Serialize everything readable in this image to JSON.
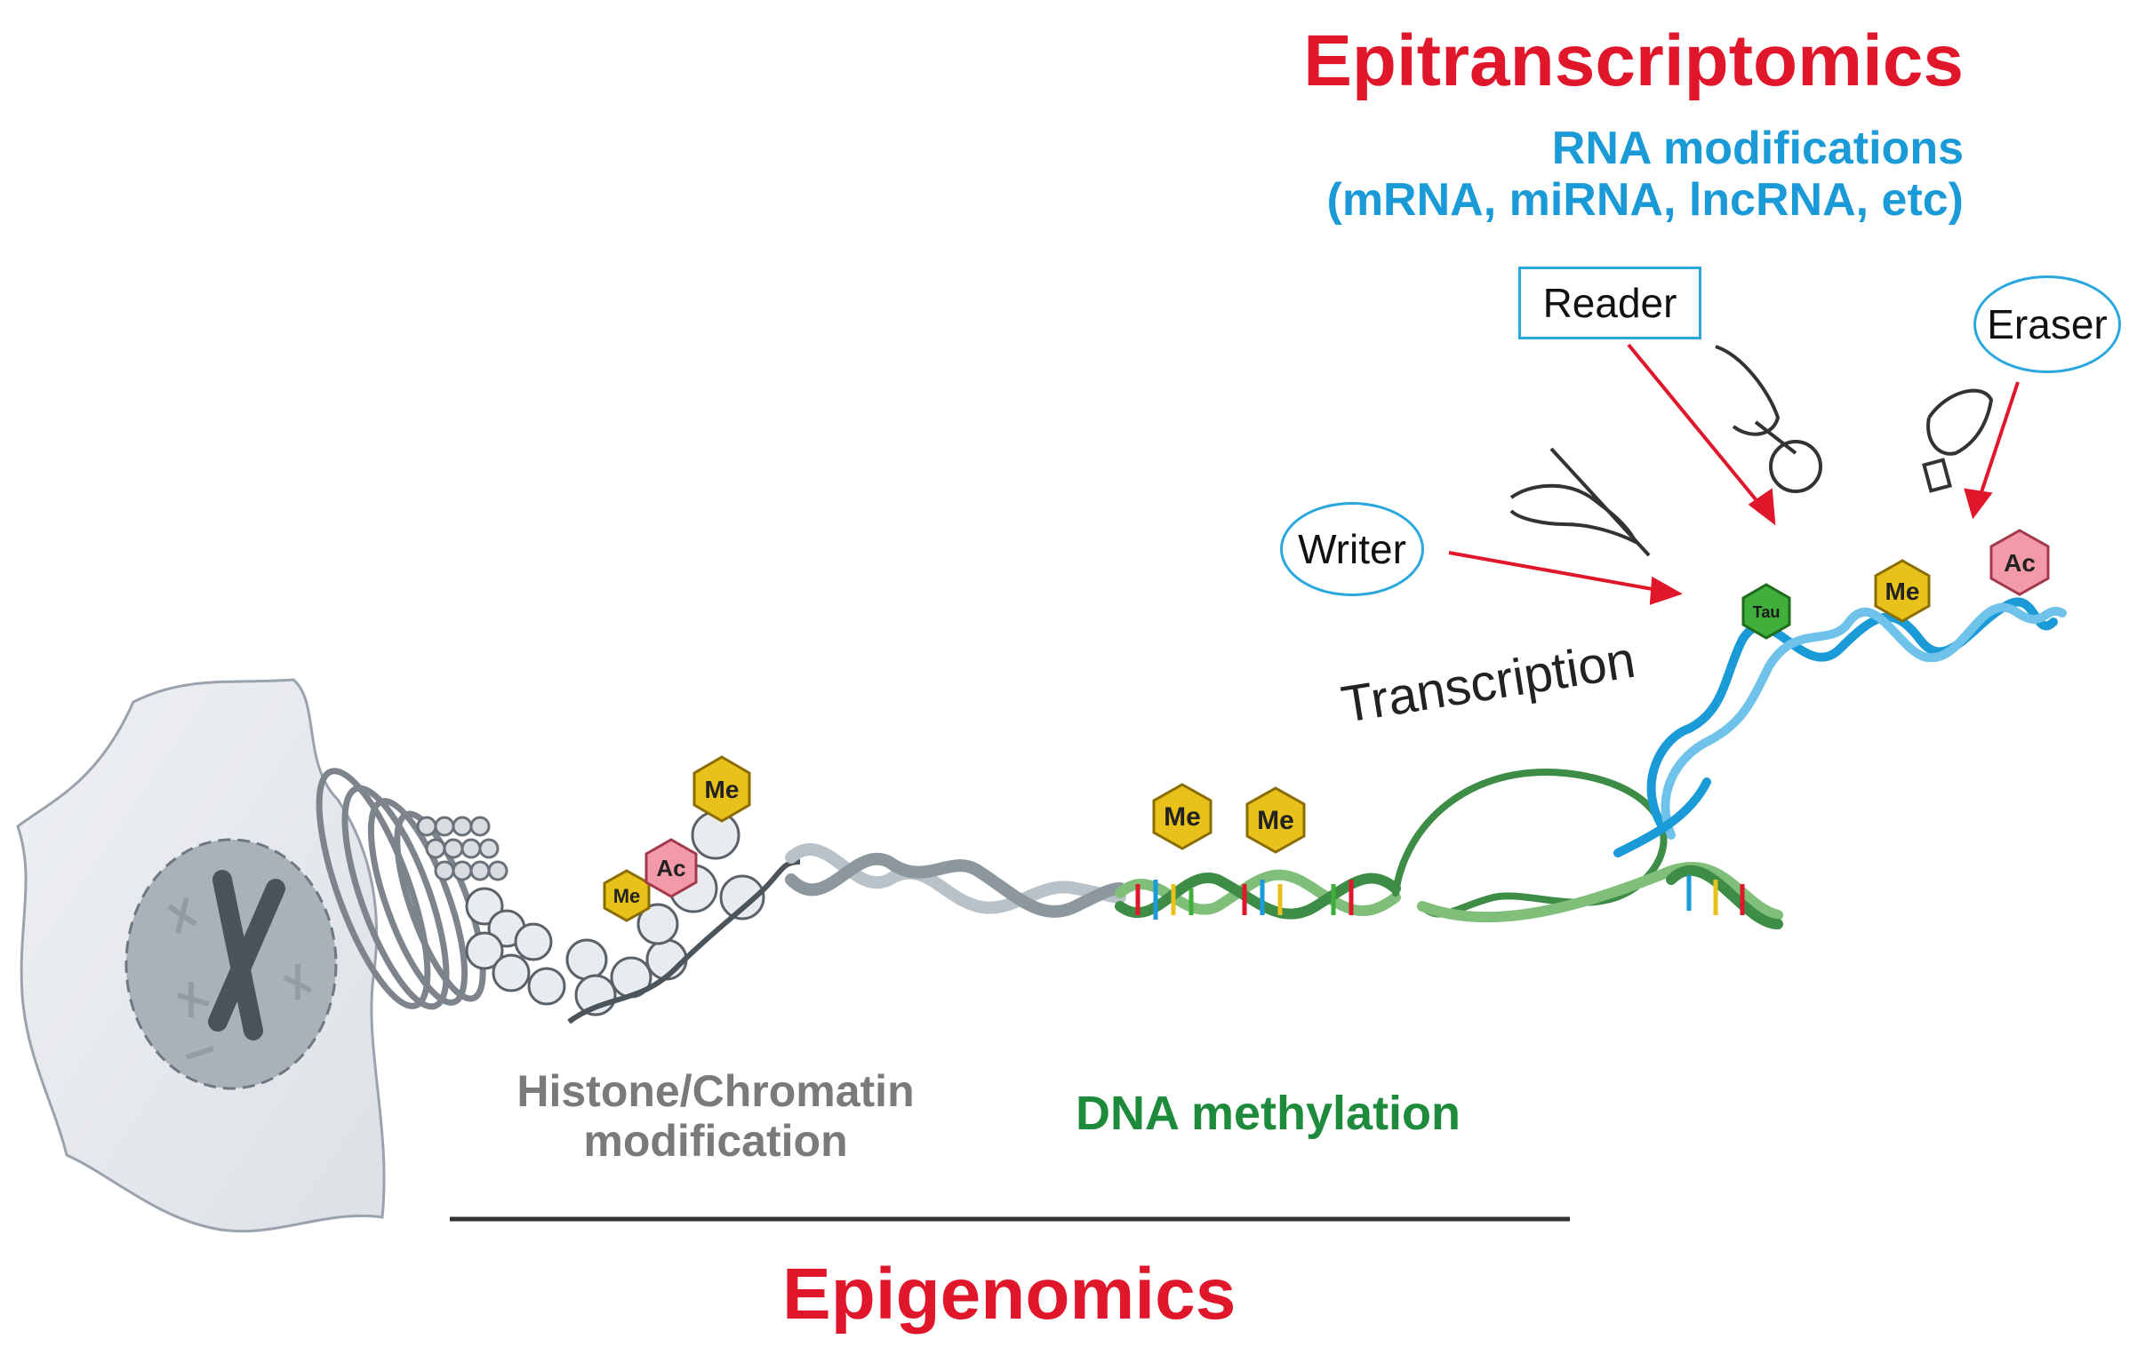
{
  "title_top": "Epitranscriptomics",
  "rna_mod_line1": "RNA modifications",
  "rna_mod_line2": "(mRNA, miRNA, lncRNA, etc)",
  "reader": "Reader",
  "writer": "Writer",
  "eraser": "Eraser",
  "transcription": "Transcription",
  "histone_line1": "Histone/Chromatin",
  "histone_line2": "modification",
  "dna_methylation": "DNA methylation",
  "title_bottom": "Epigenomics",
  "badges": {
    "me": "Me",
    "ac": "Ac",
    "tau": "Tau"
  },
  "colors": {
    "red": "#e0162b",
    "blue": "#1a9ad6",
    "green": "#1e8a3c",
    "gray": "#7a7a7a",
    "me_badge": "#e8c21a",
    "ac_badge": "#f29aa8",
    "tau_badge": "#3fae3a"
  }
}
